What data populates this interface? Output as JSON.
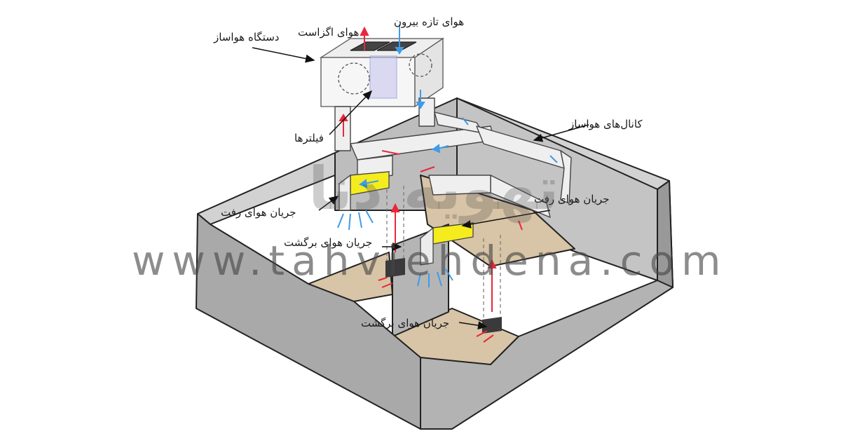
{
  "labels": {
    "air_handler": "دستگاه هواساز",
    "exhaust_air": "هوای اگزاست",
    "fresh_air": "هوای تازه بیرون",
    "filters": "فیلترها",
    "ducts": "کانال‌های هواساز",
    "supply_left": "جریان هوای رفت",
    "supply_right": "جریان هوای رفت",
    "return_middle": "جریان هوای برگشت",
    "return_bottom": "جریان هوای برگشت"
  },
  "watermark": {
    "url": "www.tahviehdena.com",
    "brand": "تهویه دنا"
  },
  "colors": {
    "wall": "#c9c9c9",
    "wall_dark": "#a8a8a8",
    "floor": "#d6c2a5",
    "yellow_unit": "#f5ec1e",
    "supply_arrow": "#3f9be8",
    "return_arrow": "#e8283a"
  }
}
